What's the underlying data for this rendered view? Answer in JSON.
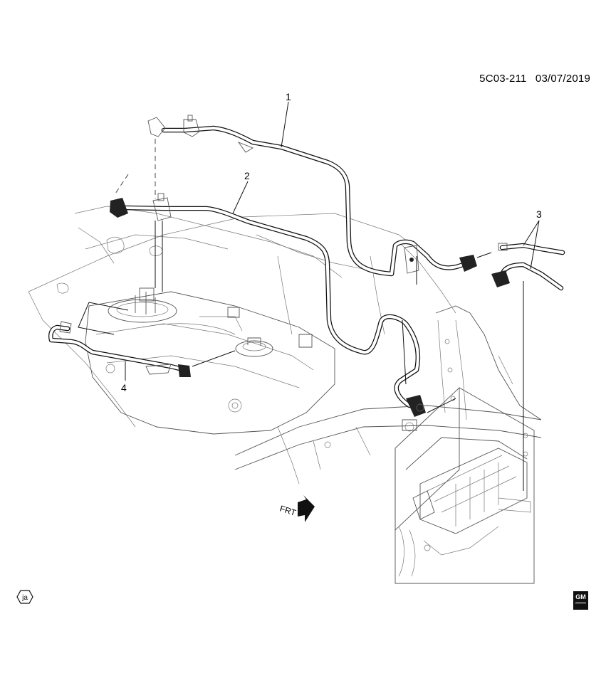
{
  "header": {
    "illustration_number": "5C03-211",
    "date": "03/07/2019"
  },
  "callouts": [
    "1",
    "2",
    "3",
    "4"
  ],
  "direction_marker": {
    "label": "FRT",
    "icon": "forward-arrow-icon"
  },
  "badges": {
    "left": "ja",
    "right": "GM",
    "right_icon": "gm-logo-icon"
  }
}
